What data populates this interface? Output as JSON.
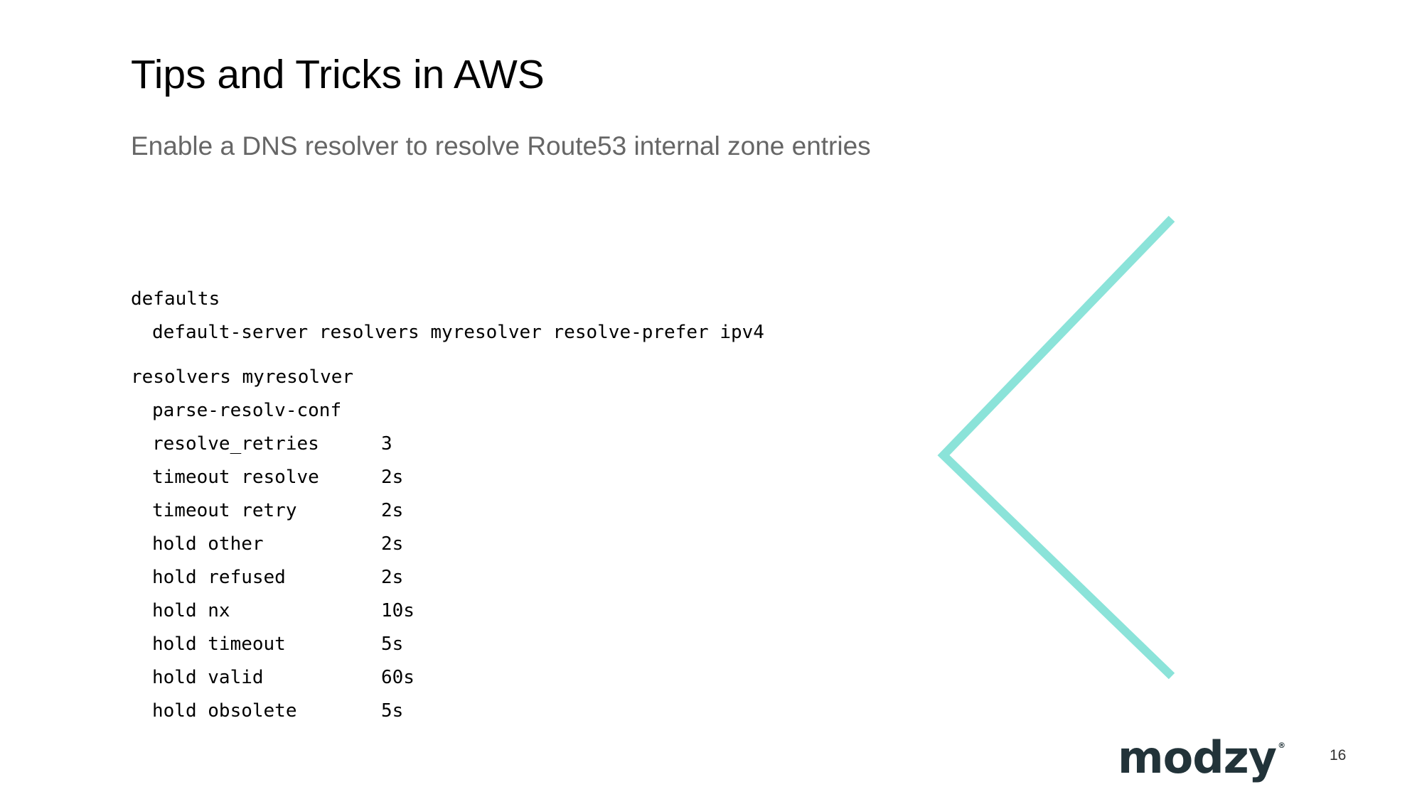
{
  "slide": {
    "title": "Tips and Tricks in AWS",
    "subtitle": "Enable a DNS resolver to resolve Route53 internal zone entries",
    "code": {
      "defaults_header": "defaults",
      "defaults_line": "default-server resolvers myresolver resolve-prefer ipv4",
      "resolvers_header": "resolvers myresolver",
      "parse_line": "parse-resolv-conf",
      "settings": [
        {
          "key": "resolve_retries",
          "value": "3"
        },
        {
          "key": "timeout resolve",
          "value": "2s"
        },
        {
          "key": "timeout retry",
          "value": "2s"
        },
        {
          "key": "hold other",
          "value": "2s"
        },
        {
          "key": "hold refused",
          "value": "2s"
        },
        {
          "key": "hold nx",
          "value": "10s"
        },
        {
          "key": "hold timeout",
          "value": "5s"
        },
        {
          "key": "hold valid",
          "value": "60s"
        },
        {
          "key": "hold obsolete",
          "value": "5s"
        }
      ]
    },
    "logo": {
      "text": "modzy",
      "mark": "®"
    },
    "page_number": "16",
    "colors": {
      "accent": "#8be3d9",
      "logo": "#223339",
      "subtitle": "#666666"
    },
    "icons": {
      "decoration": "chevron-left-icon"
    }
  }
}
